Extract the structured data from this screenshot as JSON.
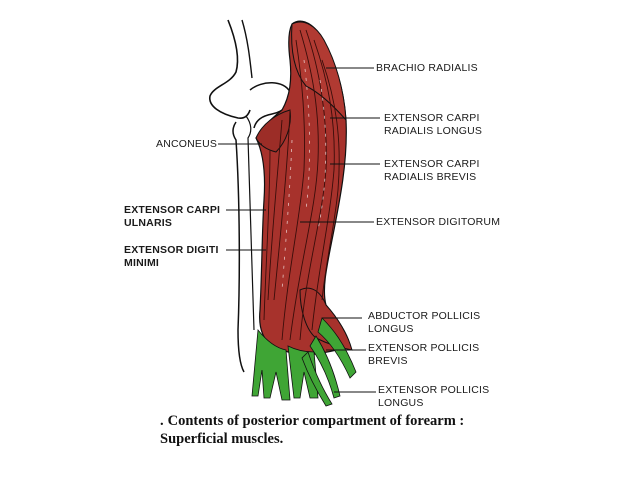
{
  "labels": {
    "brachioradialis": "BRACHIO RADIALIS",
    "ecrl_1": "EXTENSOR CARPI",
    "ecrl_2": "RADIALIS LONGUS",
    "anconeus": "ANCONEUS",
    "ecrb_1": "EXTENSOR CARPI",
    "ecrb_2": "RADIALIS BREVIS",
    "ecu_1": "EXTENSOR CARPI",
    "ecu_2": "ULNARIS",
    "ed": "EXTENSOR DIGITORUM",
    "edm_1": "EXTENSOR DIGITI",
    "edm_2": "MINIMI",
    "apl_1": "ABDUCTOR POLLICIS",
    "apl_2": "LONGUS",
    "epb_1": "EXTENSOR POLLICIS",
    "epb_2": "BREVIS",
    "epl_1": "EXTENSOR POLLICIS",
    "epl_2": "LONGUS"
  },
  "caption": {
    "bullet": ".",
    "line1": "Contents of posterior compartment of forearm :",
    "line2": "Superficial muscles."
  },
  "colors": {
    "muscle": "#a7322c",
    "muscle_dark": "#7a1f1a",
    "tendon": "#3fa535",
    "outline": "#111111",
    "bone": "#ffffff"
  }
}
